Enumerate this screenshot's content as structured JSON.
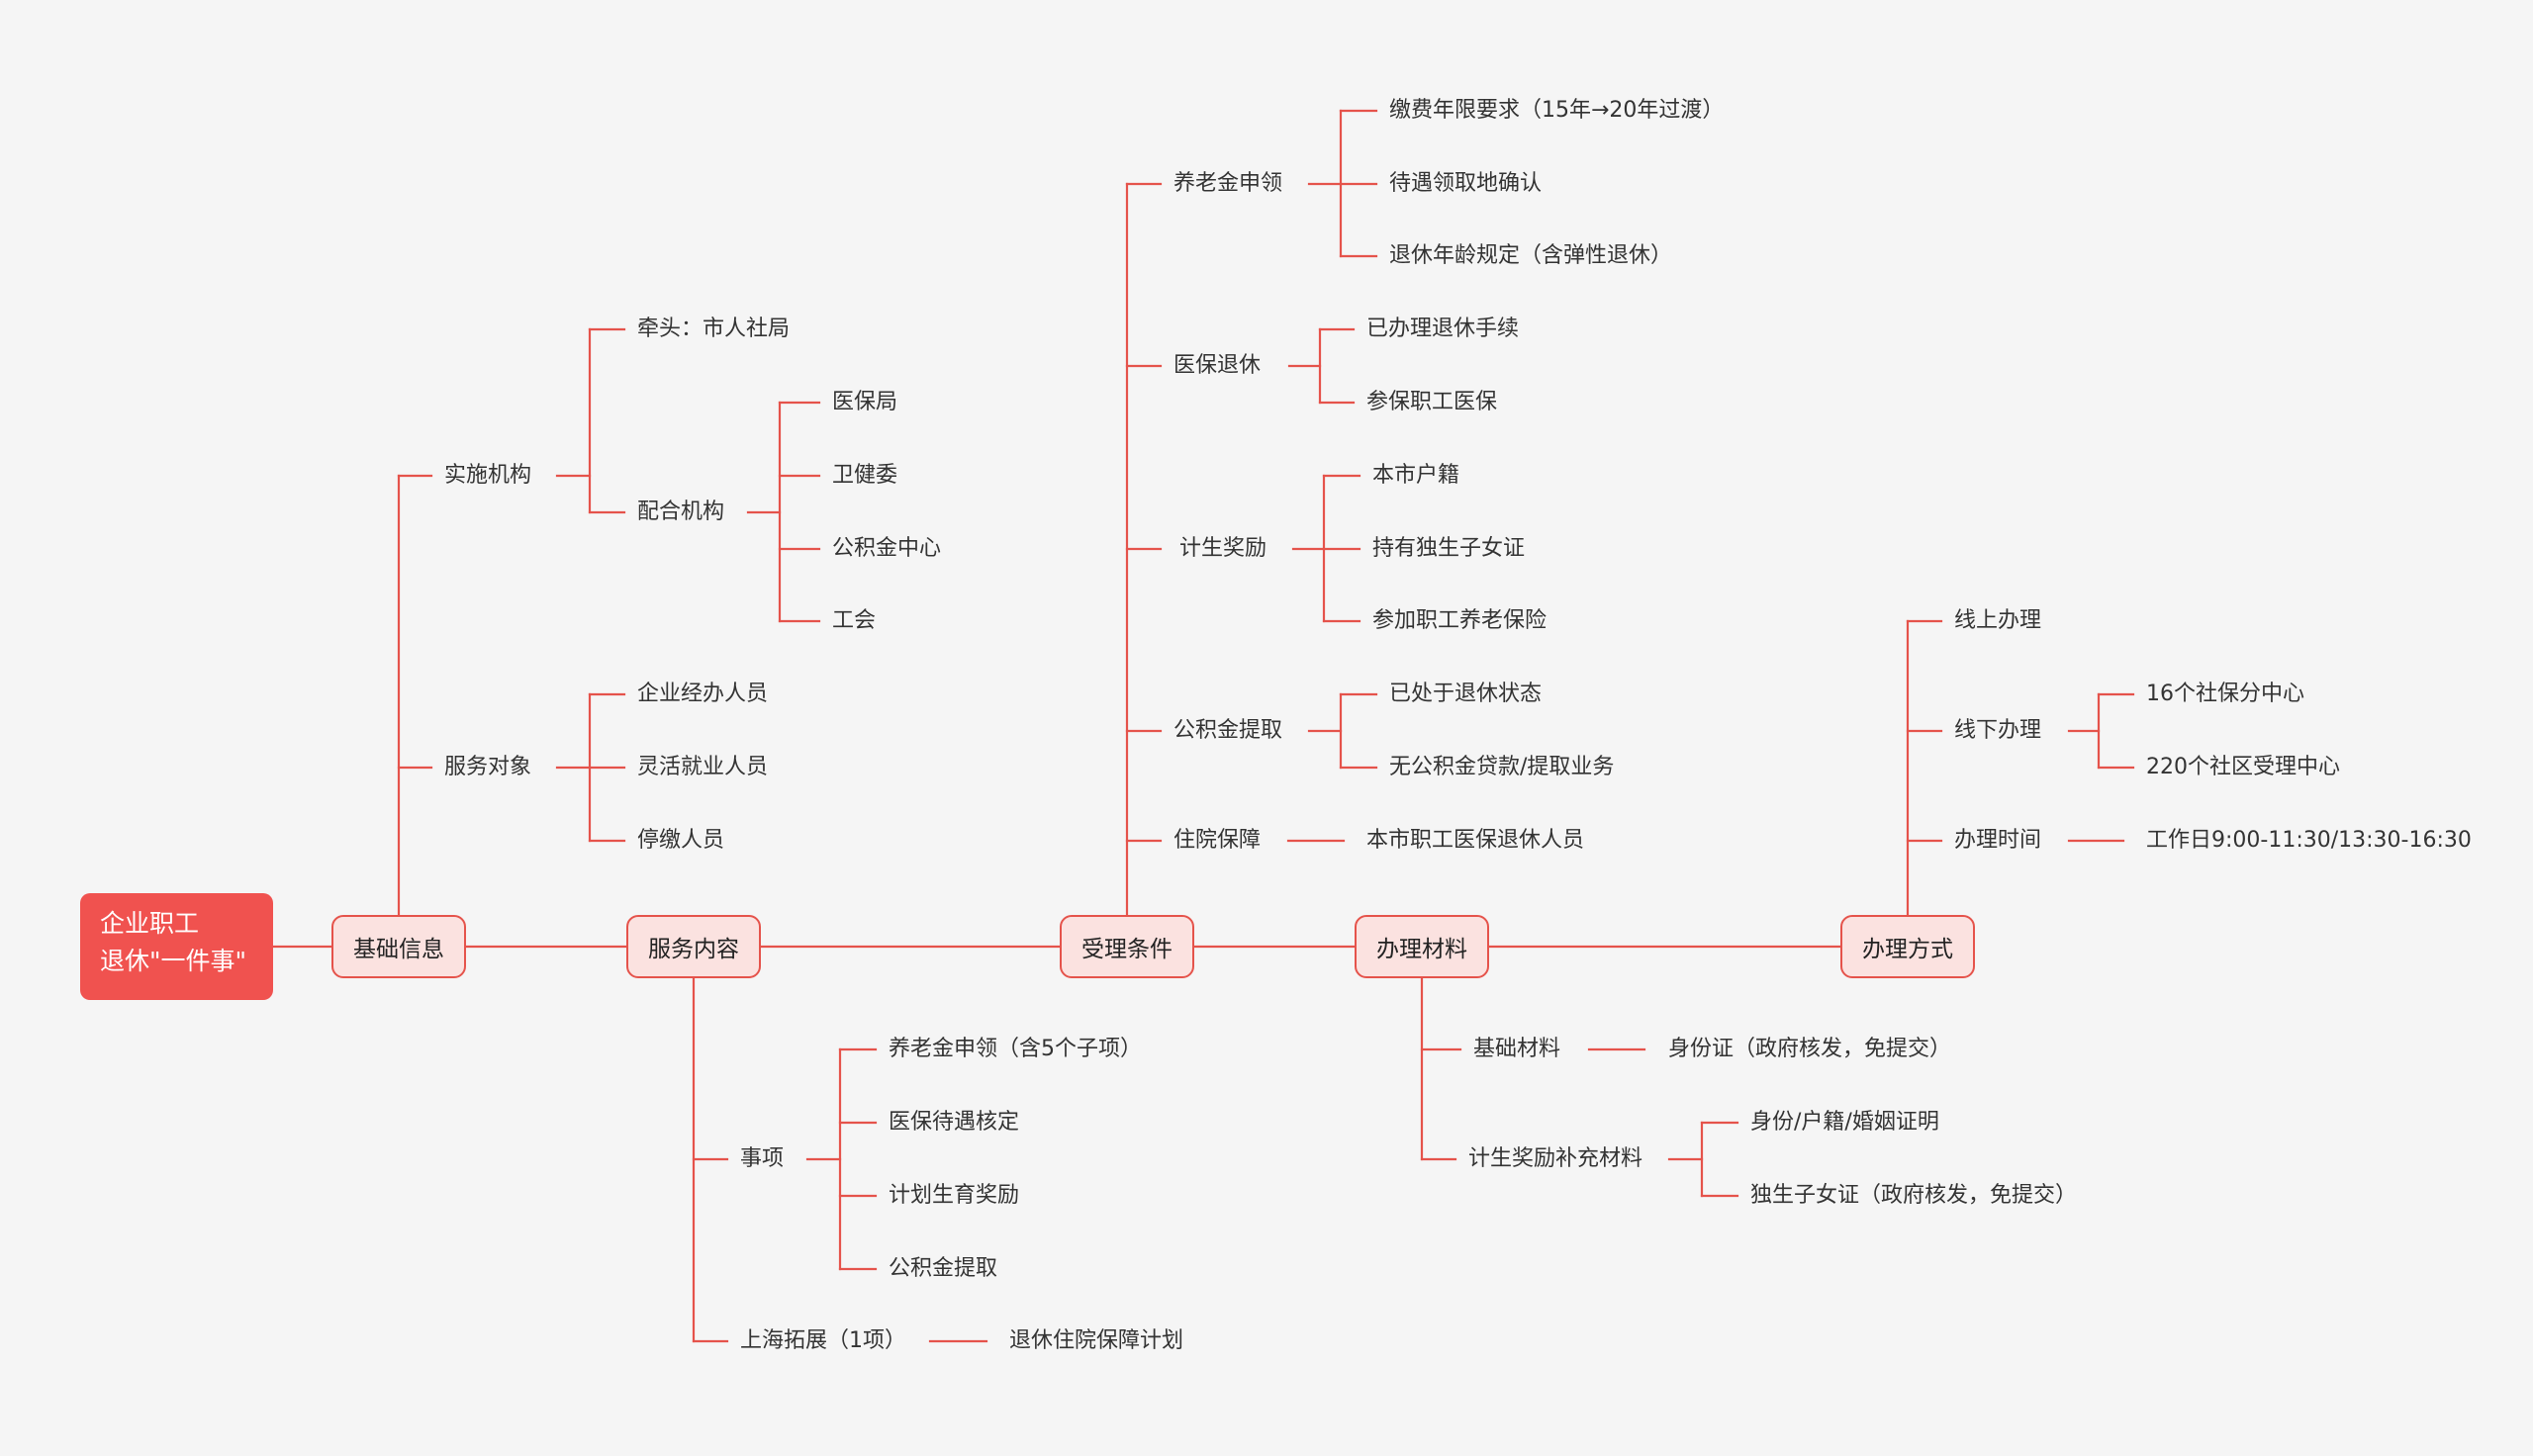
{
  "colors": {
    "line": "#e5534b",
    "root_bg": "#f0524f",
    "box_bg": "#fbe2e0",
    "background": "#f5f5f5"
  },
  "root": {
    "line1": "企业职工",
    "line2": "退休\"一件事\""
  },
  "main": {
    "jichu": "基础信息",
    "fuwu": "服务内容",
    "shouli": "受理条件",
    "cailiao": "办理材料",
    "fangshi": "办理方式"
  },
  "jichu": {
    "shishi": "实施机构",
    "qiantou": "牵头：市人社局",
    "peihe": "配合机构",
    "yibaoju": "医保局",
    "weijianwei": "卫健委",
    "gongjijin": "公积金中心",
    "gonghui": "工会",
    "duixiang": "服务对象",
    "qiye": "企业经办人员",
    "linghuo": "灵活就业人员",
    "tingjiao": "停缴人员"
  },
  "fuwu": {
    "shixiang": "事项",
    "yanglao": "养老金申领（含5个子项）",
    "yibao": "医保待遇核定",
    "jisheng": "计划生育奖励",
    "gongjijin": "公积金提取",
    "tuozhan": "上海拓展（1项）",
    "zhuyuan": "退休住院保障计划"
  },
  "shouli": {
    "yanglao": "养老金申领",
    "yl1": "缴费年限要求（15年→20年过渡）",
    "yl2": "待遇领取地确认",
    "yl3": "退休年龄规定（含弹性退休）",
    "yibao": "医保退休",
    "yb1": "已办理退休手续",
    "yb2": "参保职工医保",
    "jisheng": "计生奖励",
    "js1": "本市户籍",
    "js2": "持有独生子女证",
    "js3": "参加职工养老保险",
    "gongjijin": "公积金提取",
    "gj1": "已处于退休状态",
    "gj2": "无公积金贷款/提取业务",
    "zhuyuan": "住院保障",
    "zy1": "本市职工医保退休人员"
  },
  "cailiao": {
    "jichu": "基础材料",
    "jc1": "身份证（政府核发，免提交）",
    "jisheng": "计生奖励补充材料",
    "js1": "身份/户籍/婚姻证明",
    "js2": "独生子女证（政府核发，免提交）"
  },
  "fangshi": {
    "xianshang": "线上办理",
    "xianxia": "线下办理",
    "xx1": "16个社保分中心",
    "xx2": "220个社区受理中心",
    "shijian": "办理时间",
    "sj1": "工作日9:00-11:30/13:30-16:30"
  }
}
